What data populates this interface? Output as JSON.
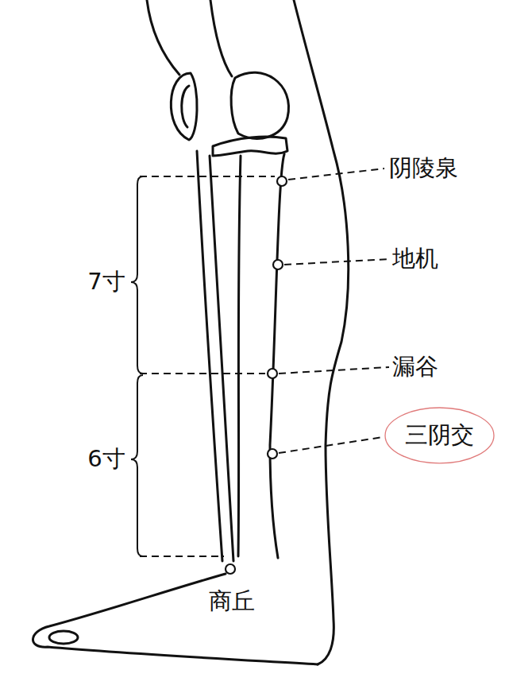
{
  "diagram": {
    "nodes": [
      {
        "text": [
          "三阴交"
        ]
      }
    ],
    "labels": [
      "阴陵泉",
      "地机",
      "7寸",
      "漏谷",
      "6寸",
      "商丘"
    ]
  }
}
